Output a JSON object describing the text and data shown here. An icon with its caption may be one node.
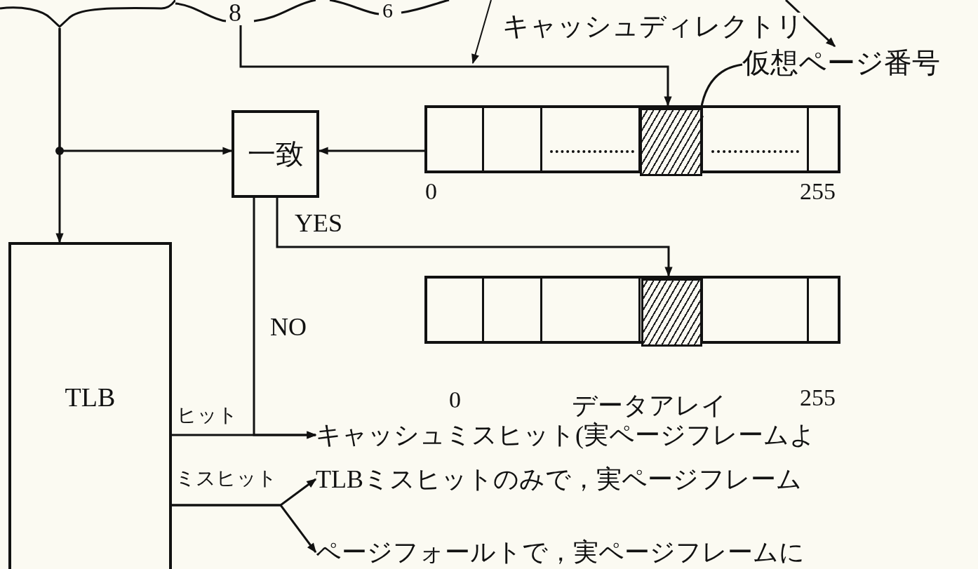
{
  "diagram": {
    "nodes": [
      {
        "text": [],
        "shape": "brace"
      },
      {
        "text": [
          "8"
        ]
      },
      {
        "text": [],
        "shape": "box"
      },
      {
        "text": [],
        "shape": "box",
        "in": 2
      },
      {
        "text": [
          "仮想ページ番号"
        ]
      },
      {
        "text": [
          "一致"
        ]
      },
      {
        "text": [],
        "shape": "box"
      },
      {
        "text": [],
        "shape": "box",
        "in": 6
      },
      {
        "text": [
          "TLB"
        ]
      },
      {
        "text": [
          "キャッシュミスヒット(実ページフレームよ"
        ]
      },
      {
        "text": [
          "TLBミスヒットのみで，実ページフレーム"
        ]
      },
      {
        "text": [
          "ページフォールトで，実ページフレームに"
        ]
      }
    ],
    "edges": [
      {
        "from": 1,
        "to": 3,
        "arrow": "to"
      },
      {
        "from": null,
        "to": 4,
        "arrow": "to"
      },
      {
        "from": 4,
        "to": 3,
        "arrow": "to"
      },
      {
        "from": 2,
        "to": 5,
        "arrow": "to"
      },
      {
        "from": 0,
        "to": 5,
        "arrow": "to"
      },
      {
        "from": 0,
        "to": 8,
        "arrow": "to"
      },
      {
        "from": 5,
        "to": 7,
        "label": "YES",
        "arrow": "to"
      },
      {
        "from": 5,
        "to": 9,
        "label": "NO",
        "arrow": "to"
      },
      {
        "from": 8,
        "to": 9,
        "label": "ヒット",
        "arrow": "to"
      },
      {
        "from": 8,
        "to": 10,
        "label": "ミスヒット",
        "arrow": "to"
      },
      {
        "from": 8,
        "to": 11,
        "arrow": "to"
      }
    ],
    "labels": [
      "6",
      "キャッシュディレクトリ",
      "0",
      "255",
      "0",
      "データアレイ",
      "255"
    ]
  }
}
